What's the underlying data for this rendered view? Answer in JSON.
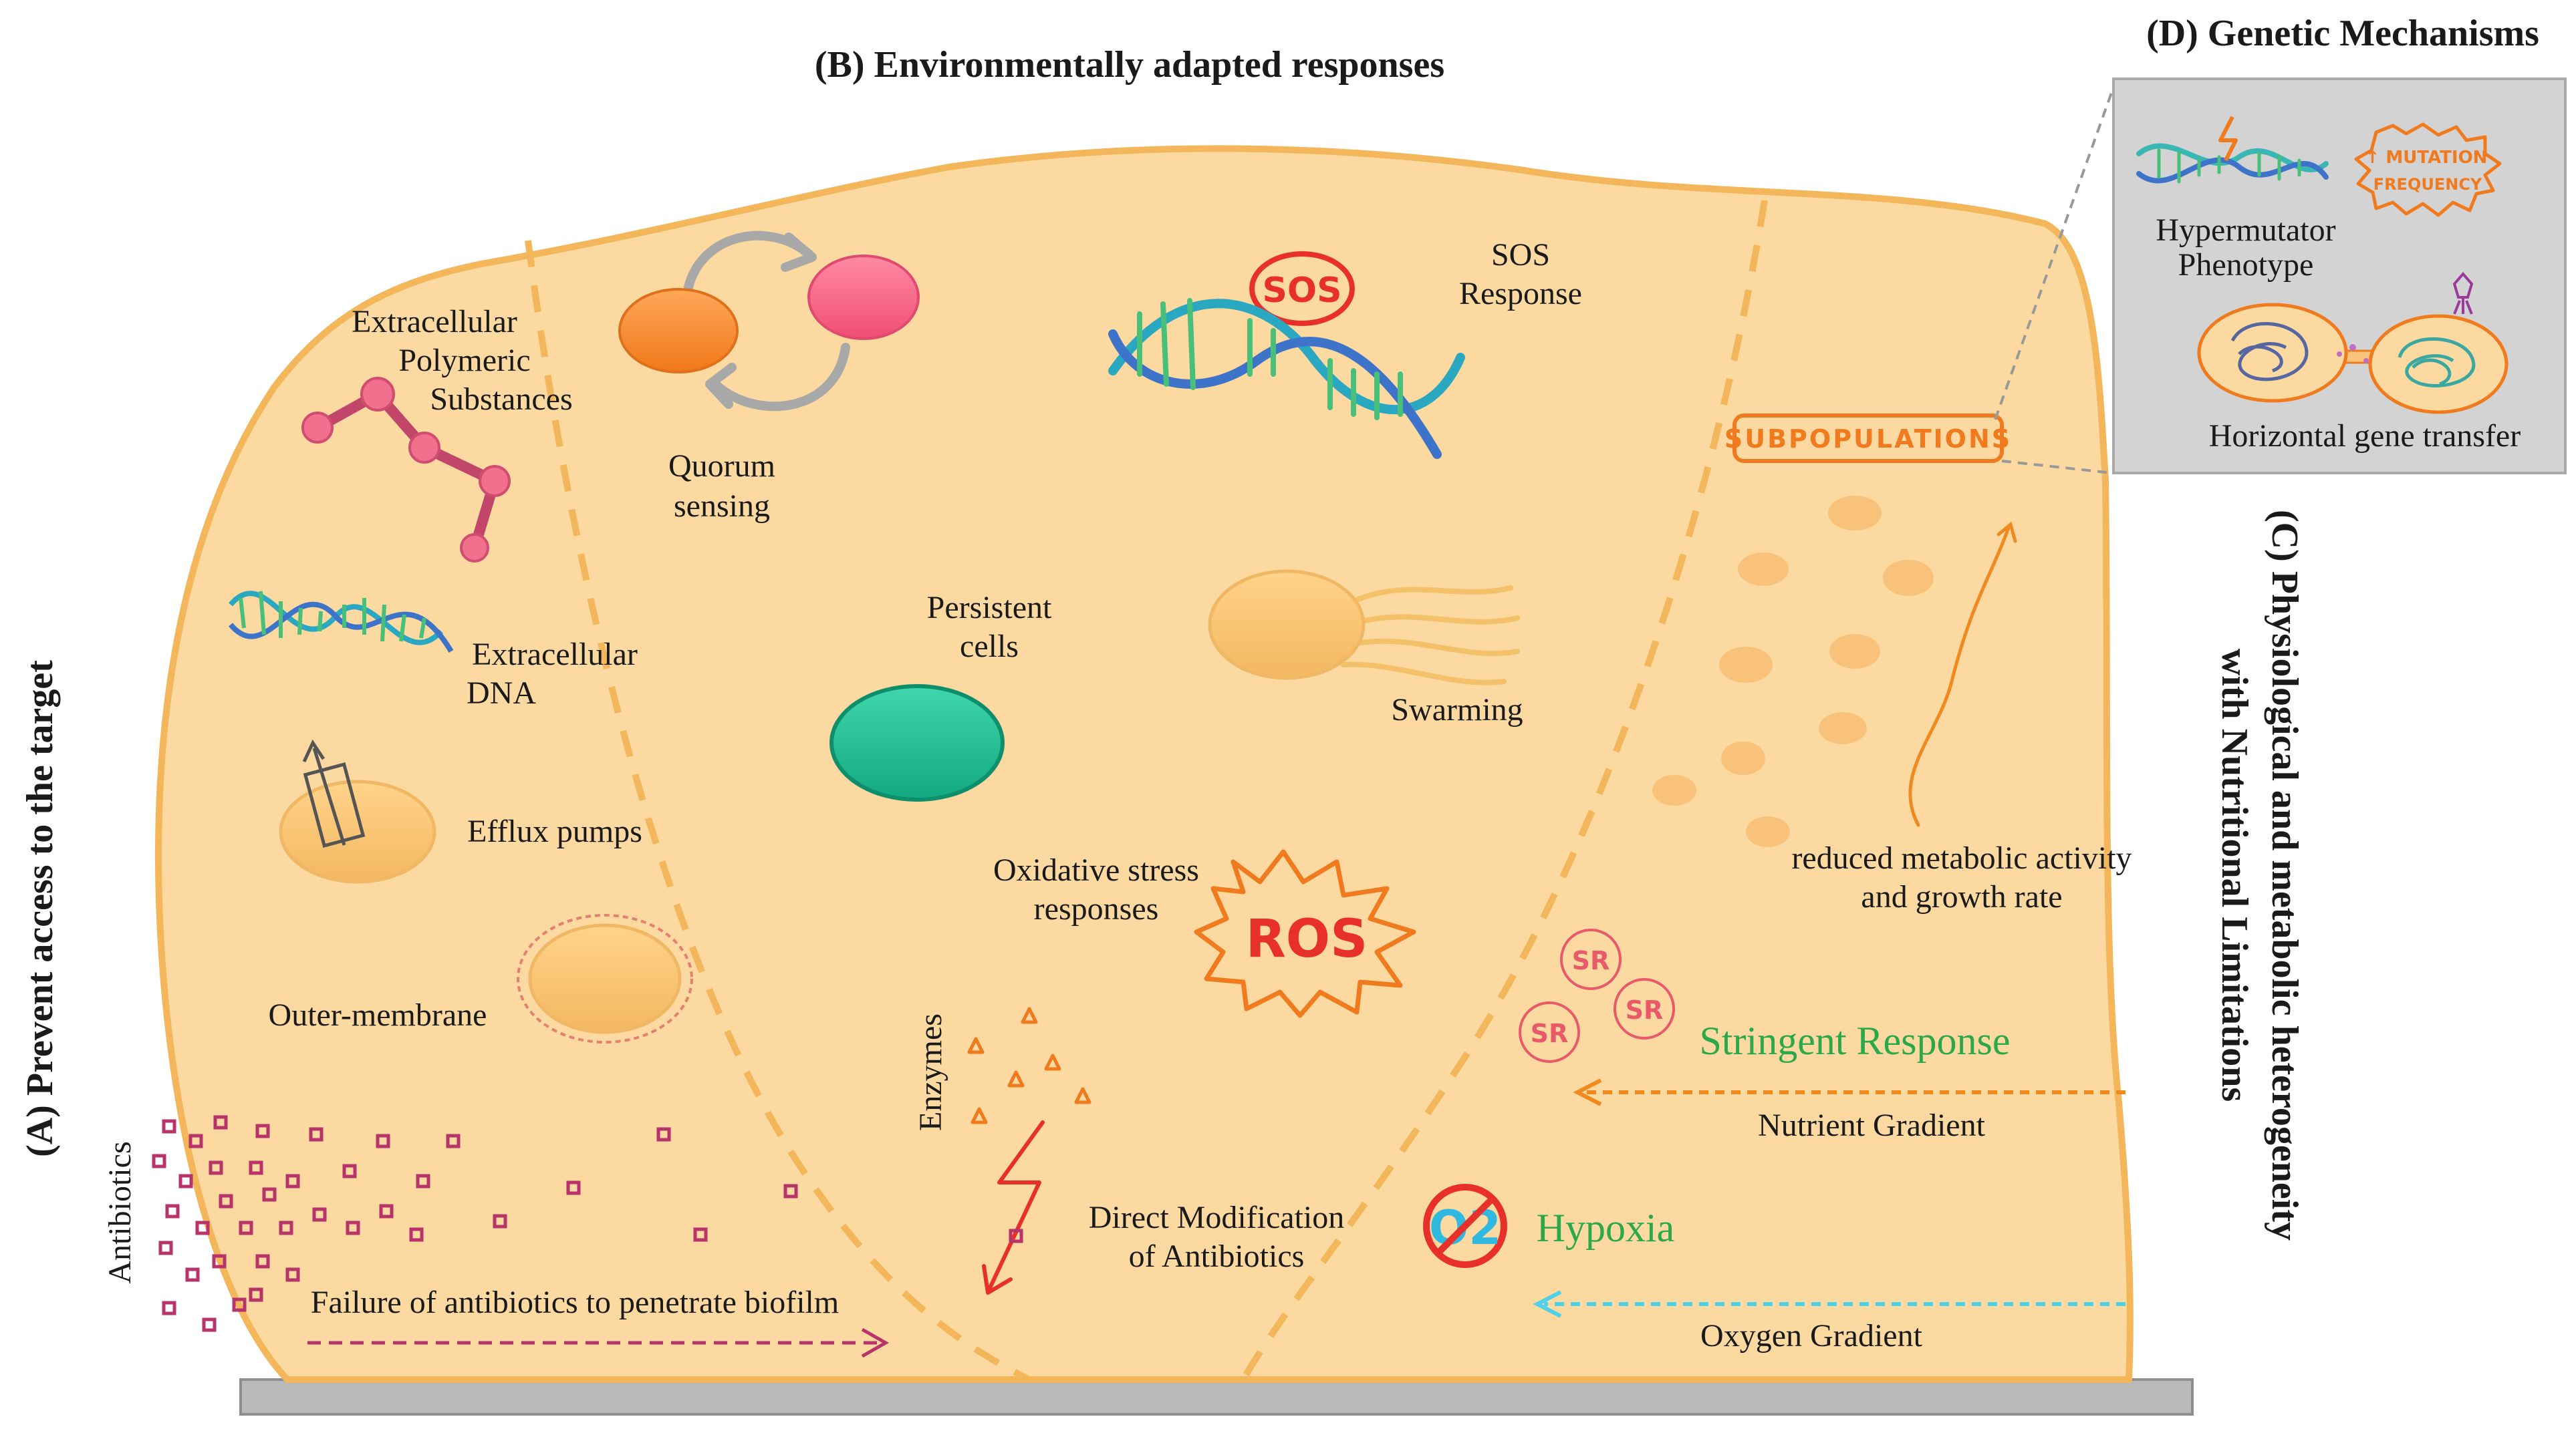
{
  "titles": {
    "a": "(A) Prevent access to the target",
    "b": "(B) Environmentally adapted responses",
    "c_line1": "(C) Physiological and metabolic heterogeneity",
    "c_line2": "with Nutritional Limitations",
    "d": "(D) Genetic Mechanisms"
  },
  "panel_a": {
    "eps_line1": "Extracellular",
    "eps_line2": "Polymeric",
    "eps_line3": "Substances",
    "edna_line1": "Extracellular",
    "edna_line2": "DNA",
    "efflux": "Efflux pumps",
    "outer_membrane": "Outer-membrane",
    "antibiotics": "Antibiotics",
    "failure": "Failure of antibiotics to penetrate biofilm"
  },
  "panel_b": {
    "quorum_line1": "Quorum",
    "quorum_line2": "sensing",
    "sos_badge": "SOS",
    "sos_line1": "SOS",
    "sos_line2": "Response",
    "persistent_line1": "Persistent",
    "persistent_line2": "cells",
    "swarming": "Swarming",
    "oxidative_line1": "Oxidative stress",
    "oxidative_line2": "responses",
    "ros": "ROS",
    "enzymes": "Enzymes",
    "direct_line1": "Direct Modification",
    "direct_line2": "of Antibiotics"
  },
  "panel_c": {
    "subpopulations": "SUBPOPULATIONS",
    "reduced_line1": "reduced metabolic activity",
    "reduced_line2": "and growth rate",
    "sr": "SR",
    "stringent": "Stringent Response",
    "nutrient": "Nutrient Gradient",
    "o2": "O2",
    "hypoxia": "Hypoxia",
    "oxygen": "Oxygen Gradient"
  },
  "panel_d": {
    "mutation_line1": "↑ MUTATION",
    "mutation_line2": "FREQUENCY",
    "hyper_line1": "Hypermutator",
    "hyper_line2": "Phenotype",
    "hgt": "Horizontal gene transfer"
  },
  "colors": {
    "biofilm_fill": "#fbd9a0",
    "biofilm_outline": "#f3b65a",
    "green_text": "#2aa84a",
    "orange": "#f07a1e",
    "red": "#e8302a",
    "antibiotic": "#b8336a",
    "cyan": "#4fd0e8",
    "inset_bg": "#d3d3d3"
  }
}
